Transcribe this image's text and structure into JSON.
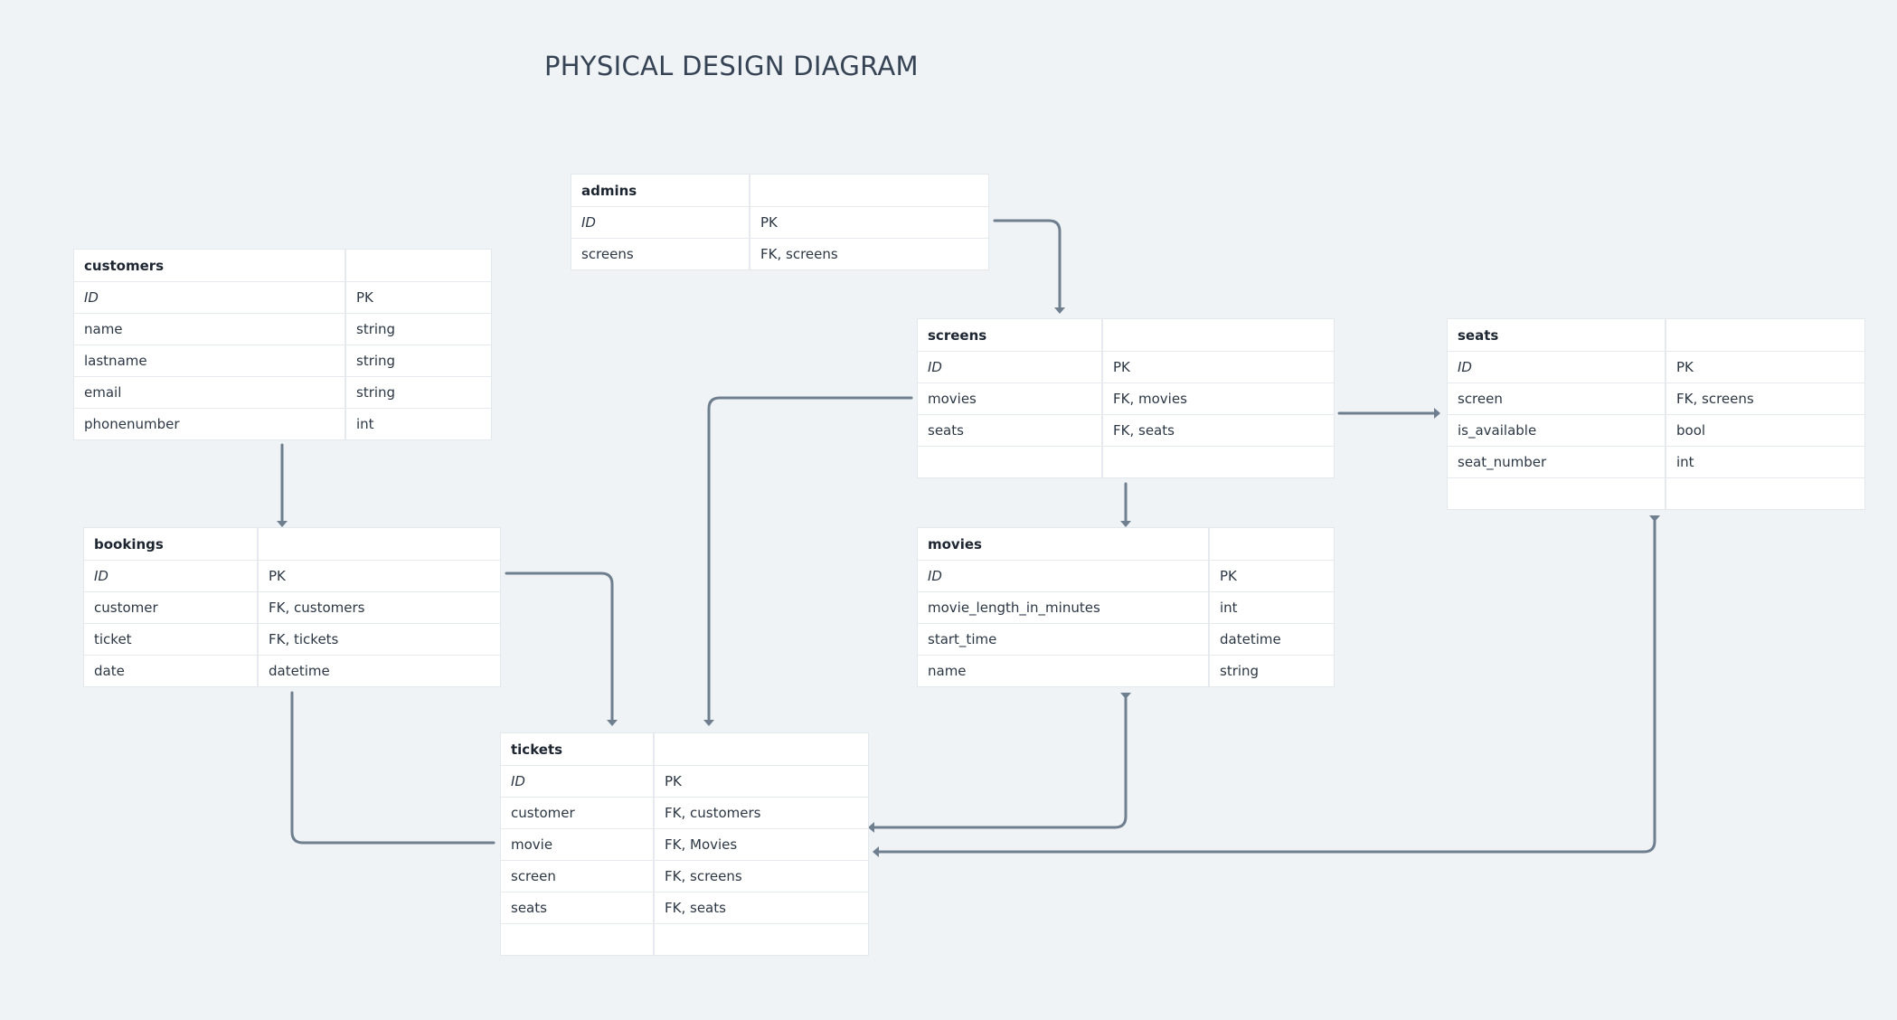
{
  "diagram": {
    "title": "PHYSICAL DESIGN DIAGRAM"
  },
  "colors": {
    "background": "#eff3f6",
    "connector": "#6f7f8f",
    "table_bg": "#ffffff"
  },
  "tables": {
    "admins": {
      "name": "admins",
      "rows": [
        [
          "ID",
          "PK"
        ],
        [
          "screens",
          "FK, screens"
        ]
      ]
    },
    "customers": {
      "name": "customers",
      "rows": [
        [
          "ID",
          "PK"
        ],
        [
          "name",
          "string"
        ],
        [
          "lastname",
          "string"
        ],
        [
          "email",
          "string"
        ],
        [
          "phonenumber",
          "int"
        ]
      ]
    },
    "screens": {
      "name": "screens",
      "rows": [
        [
          "ID",
          "PK"
        ],
        [
          "movies",
          "FK, movies"
        ],
        [
          "seats",
          "FK, seats"
        ],
        [
          "",
          ""
        ]
      ]
    },
    "seats": {
      "name": "seats",
      "rows": [
        [
          "ID",
          "PK"
        ],
        [
          "screen",
          "FK, screens"
        ],
        [
          "is_available",
          "bool"
        ],
        [
          "seat_number",
          "int"
        ],
        [
          "",
          ""
        ]
      ]
    },
    "bookings": {
      "name": "bookings",
      "rows": [
        [
          "ID",
          "PK"
        ],
        [
          "customer",
          "FK, customers"
        ],
        [
          "ticket",
          "FK, tickets"
        ],
        [
          "date",
          "datetime"
        ]
      ]
    },
    "movies": {
      "name": "movies",
      "rows": [
        [
          "ID",
          "PK"
        ],
        [
          "movie_length_in_minutes",
          "int"
        ],
        [
          "start_time",
          "datetime"
        ],
        [
          "name",
          "string"
        ]
      ]
    },
    "tickets": {
      "name": "tickets",
      "rows": [
        [
          "ID",
          "PK"
        ],
        [
          "customer",
          "FK, customers"
        ],
        [
          "movie",
          "FK, Movies"
        ],
        [
          "screen",
          "FK, screens"
        ],
        [
          "seats",
          "FK, seats"
        ],
        [
          "",
          ""
        ]
      ]
    }
  },
  "relationships": [
    {
      "from": "admins",
      "to": "screens"
    },
    {
      "from": "customers",
      "to": "bookings"
    },
    {
      "from": "bookings",
      "to": "tickets"
    },
    {
      "from": "tickets",
      "to": "bookings"
    },
    {
      "from": "screens",
      "to": "tickets"
    },
    {
      "from": "screens",
      "to": "movies"
    },
    {
      "from": "screens",
      "to": "seats"
    },
    {
      "from": "movies",
      "to": "tickets"
    },
    {
      "from": "seats",
      "to": "tickets"
    }
  ]
}
